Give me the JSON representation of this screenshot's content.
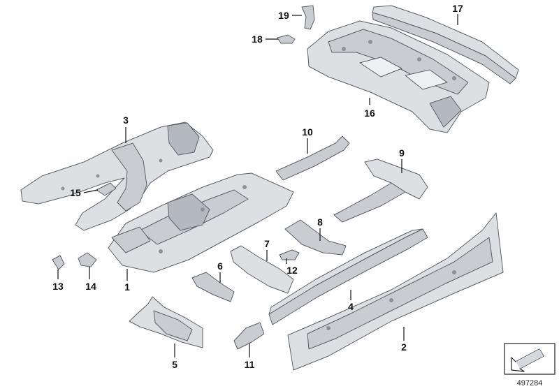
{
  "callouts": [
    {
      "id": "1",
      "label": "1"
    },
    {
      "id": "2",
      "label": "2"
    },
    {
      "id": "3",
      "label": "3"
    },
    {
      "id": "4",
      "label": "4"
    },
    {
      "id": "5",
      "label": "5"
    },
    {
      "id": "6",
      "label": "6"
    },
    {
      "id": "7",
      "label": "7"
    },
    {
      "id": "8",
      "label": "8"
    },
    {
      "id": "9",
      "label": "9"
    },
    {
      "id": "10",
      "label": "10"
    },
    {
      "id": "11",
      "label": "11"
    },
    {
      "id": "12",
      "label": "12"
    },
    {
      "id": "13",
      "label": "13"
    },
    {
      "id": "14",
      "label": "14"
    },
    {
      "id": "15",
      "label": "15"
    },
    {
      "id": "16",
      "label": "16"
    },
    {
      "id": "17",
      "label": "17"
    },
    {
      "id": "18",
      "label": "18"
    },
    {
      "id": "19",
      "label": "19"
    }
  ],
  "document_number": "497284",
  "colors": {
    "part_stroke": "#5b5f66",
    "part_fill": "#c9cdd2",
    "label": "#111111"
  }
}
